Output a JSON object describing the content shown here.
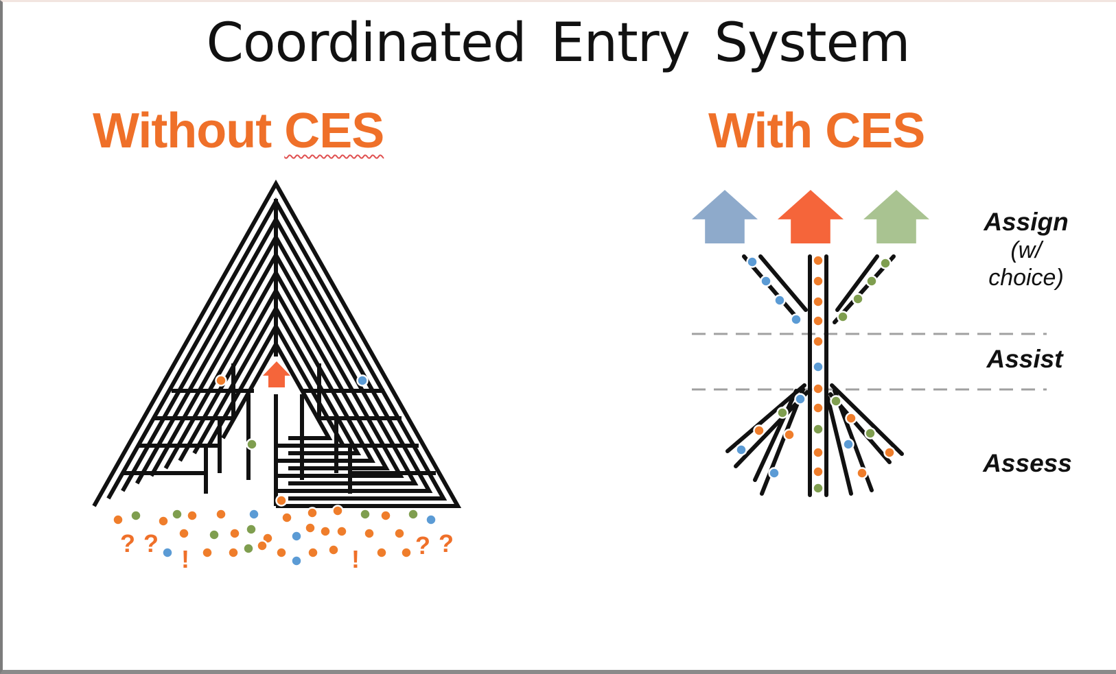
{
  "title": "Coordinated  Entry System",
  "left_panel": {
    "heading_prefix": "Without ",
    "heading_abbr": "CES",
    "marks": [
      "?",
      "?",
      "!",
      "!",
      "?",
      "?"
    ]
  },
  "right_panel": {
    "heading": "With CES",
    "stages": {
      "assign": "Assign",
      "assign_note_1": "(w/",
      "assign_note_2": "choice)",
      "assist": "Assist",
      "assess": "Assess"
    }
  },
  "colors": {
    "accent_orange": "#ef7029",
    "house_blue": "#8eaacb",
    "house_orange": "#f5653a",
    "house_green": "#a9c391",
    "dot_orange": "#ef7d2b",
    "dot_blue": "#5b9bd5",
    "dot_green": "#7f9e4f",
    "line": "#111111",
    "dashed_guide": "#a0a0a0"
  },
  "icons": [
    "house-icon",
    "dot-icon",
    "maze-icon",
    "funnel-icon"
  ]
}
